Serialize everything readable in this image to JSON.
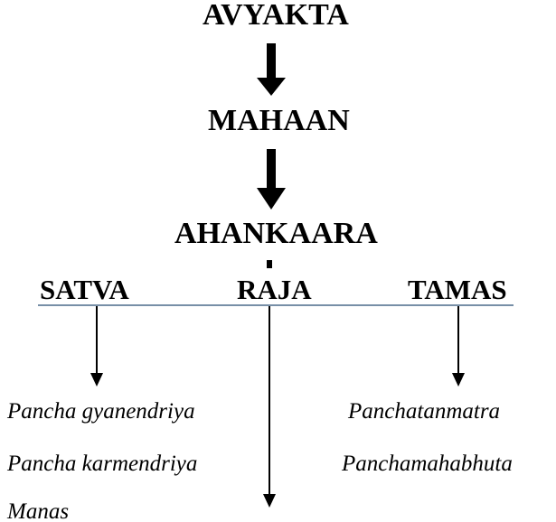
{
  "nodes": {
    "avyakta": "AVYAKTA",
    "mahaan": "MAHAAN",
    "ahankaara": "AHANKAARA"
  },
  "branches": {
    "satva": "SATVA",
    "raja": "RAJA",
    "tamas": "TAMAS"
  },
  "leaves": {
    "satva": [
      "Pancha gyanendriya",
      "Pancha karmendriya",
      "Manas"
    ],
    "tamas": [
      "Panchatanmatra",
      "Panchamahabhuta"
    ]
  },
  "colors": {
    "text": "#000000",
    "branch_line": "#4a6a8a"
  }
}
